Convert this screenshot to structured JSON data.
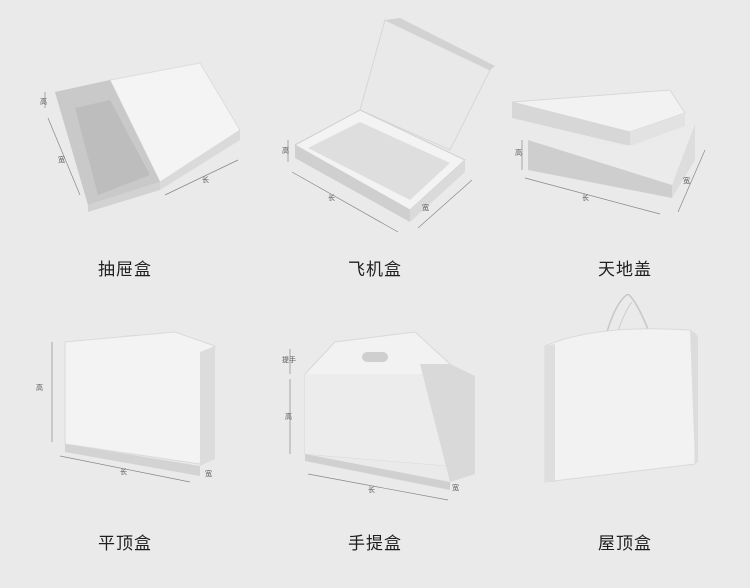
{
  "items": [
    {
      "label": "抽屉盒",
      "dims": {
        "height": "高",
        "width": "宽",
        "length": "长"
      }
    },
    {
      "label": "飞机盒",
      "dims": {
        "height": "高",
        "width": "宽",
        "length": "长"
      }
    },
    {
      "label": "天地盖",
      "dims": {
        "height": "高",
        "width": "宽",
        "length": "长"
      }
    },
    {
      "label": "平顶盒",
      "dims": {
        "height": "高",
        "width": "宽",
        "length": "长"
      }
    },
    {
      "label": "手提盒",
      "dims": {
        "handle": "提手",
        "height": "高",
        "width": "宽",
        "length": "长"
      }
    },
    {
      "label": "屋顶盒",
      "dims": {}
    }
  ]
}
